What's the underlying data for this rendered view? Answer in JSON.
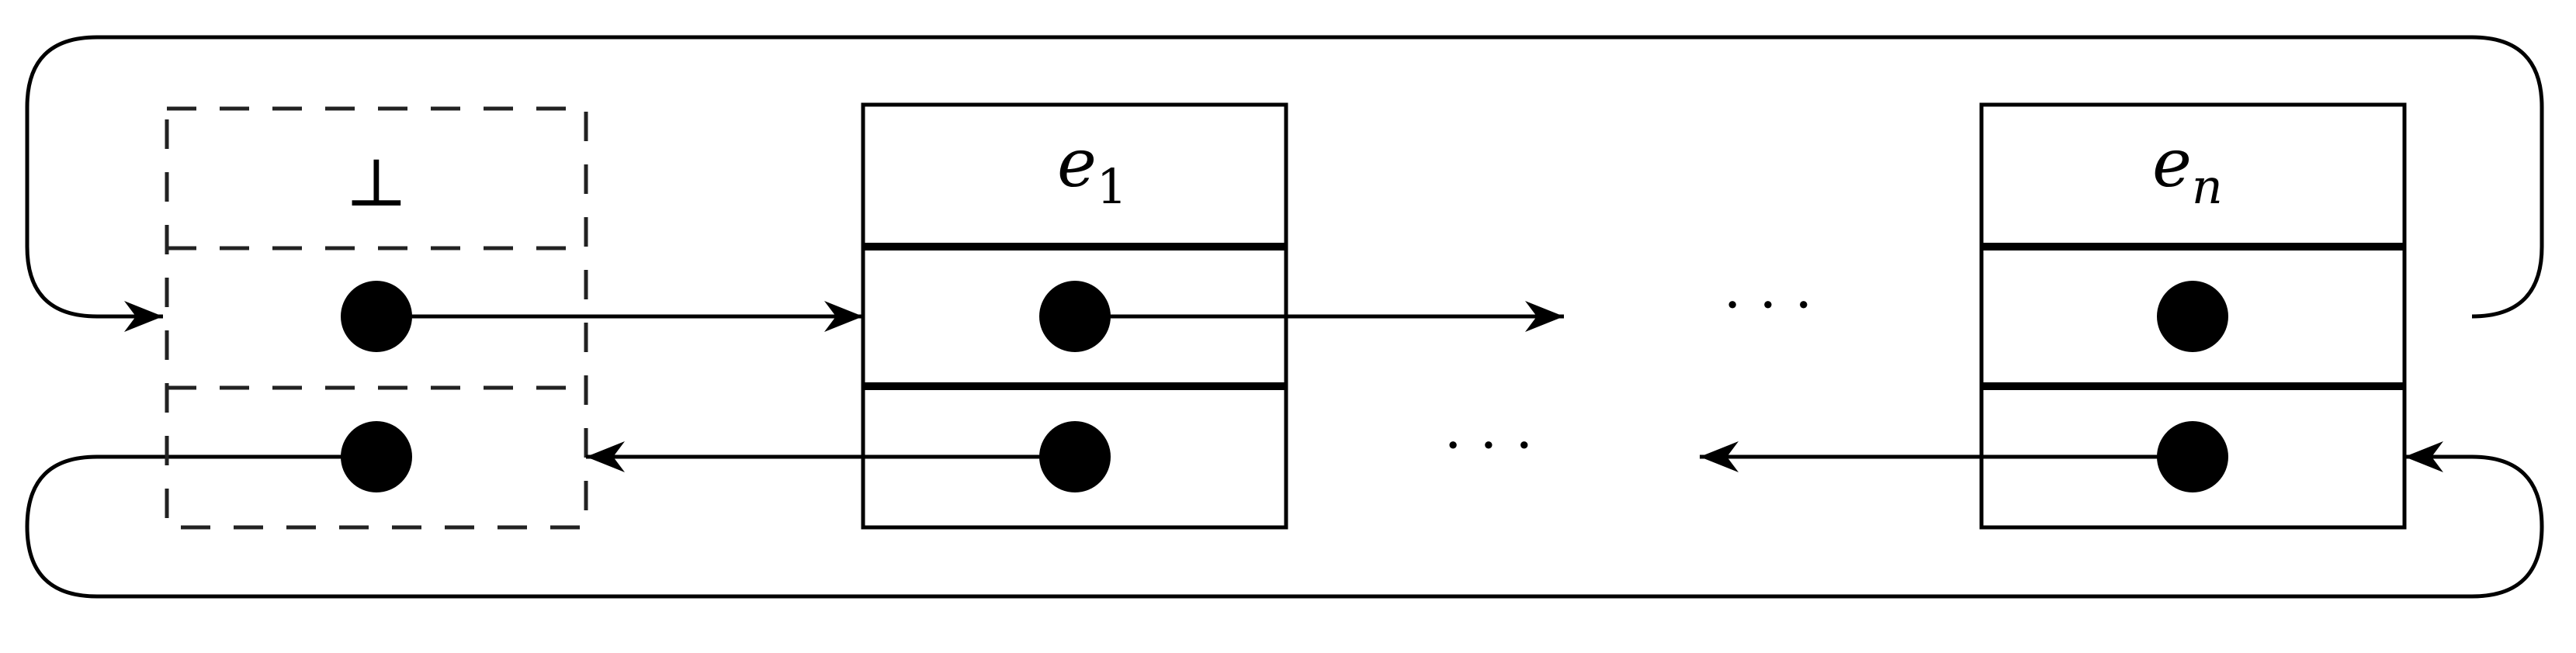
{
  "sentinel": {
    "label": "⊥"
  },
  "nodes": [
    {
      "base": "e",
      "subscript": "1"
    },
    {
      "base": "e",
      "subscript": "n"
    }
  ],
  "ellipsis": {
    "forward": "· · ·",
    "backward": "· · ·"
  },
  "colors": {
    "stroke": "#000000",
    "dashed": "#222222",
    "background": "#ffffff"
  }
}
